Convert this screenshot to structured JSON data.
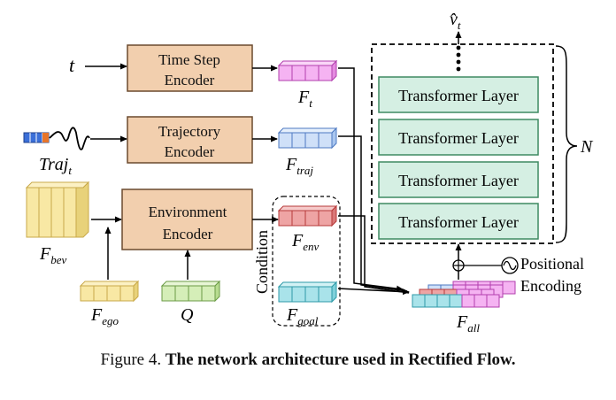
{
  "inputs": {
    "t": "t",
    "traj": "Traj",
    "traj_sub": "t",
    "f_bev": "F",
    "f_bev_sub": "bev",
    "f_ego": "F",
    "f_ego_sub": "ego",
    "q": "Q"
  },
  "encoders": {
    "time_step": [
      "Time Step",
      "Encoder"
    ],
    "trajectory": [
      "Trajectory",
      "Encoder"
    ],
    "environment": [
      "Environment",
      "Encoder"
    ]
  },
  "features": {
    "f_t": "F",
    "f_t_sub": "t",
    "f_traj": "F",
    "f_traj_sub": "traj",
    "f_env": "F",
    "f_env_sub": "env",
    "f_goal": "F",
    "f_goal_sub": "goal",
    "f_all": "F",
    "f_all_sub": "all"
  },
  "condition_label": "Condition",
  "transformer": {
    "layers": [
      "Transformer Layer",
      "Transformer Layer",
      "Transformer Layer",
      "Transformer Layer"
    ],
    "repeat_label": "N",
    "output_label": "v̂",
    "output_sub": "t"
  },
  "positional": [
    "Positional",
    "Encoding"
  ],
  "caption": {
    "prefix": "Figure 4.",
    "title": "The network architecture used in Rectified Flow."
  },
  "colors": {
    "encoder_fill": "#f2cfae",
    "encoder_stroke": "#6b4a2f",
    "layer_fill": "#d5efe3",
    "layer_stroke": "#3e8a62",
    "pink": "#f5b3f2",
    "blue": "#cfe0f8",
    "red": "#eea4a4",
    "cyan": "#a9e3ea",
    "yellow": "#f8e8a4",
    "green": "#d5eeb8"
  }
}
